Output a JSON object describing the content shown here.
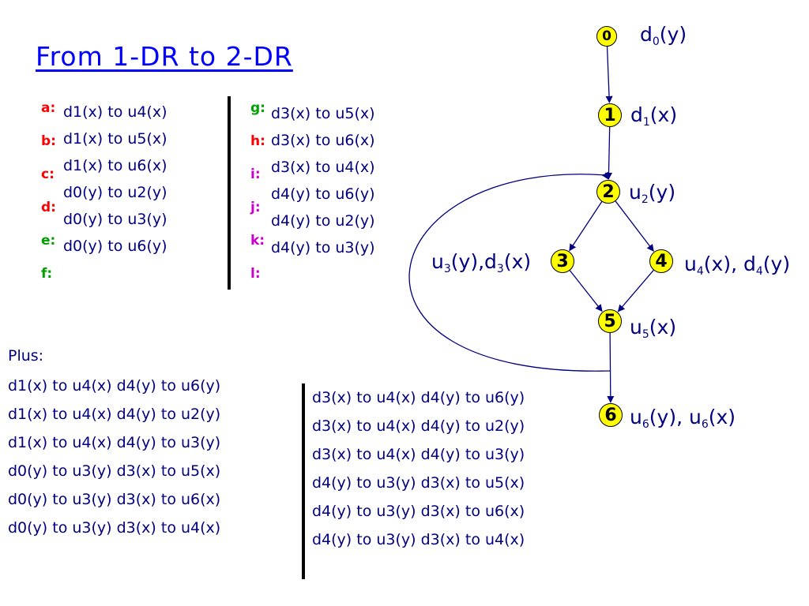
{
  "title": "From 1-DR to 2-DR",
  "left_list": {
    "letters": [
      "a:",
      "b:",
      "c:",
      "d:",
      "e:",
      "f:"
    ],
    "pairs": [
      "d1(x) to u4(x)",
      "d1(x) to u5(x)",
      "d1(x) to u6(x)",
      "d0(y) to u2(y)",
      "d0(y) to u3(y)",
      "d0(y) to u6(y)"
    ]
  },
  "right_list": {
    "letters": [
      "g:",
      "h:",
      "i:",
      "j:",
      "k:",
      "l:"
    ],
    "pairs": [
      "d3(x) to u5(x)",
      "d3(x) to u6(x)",
      "d3(x) to u4(x)",
      "d4(y) to u6(y)",
      "d4(y) to u2(y)",
      "d4(y) to u3(y)"
    ]
  },
  "plus": {
    "heading": "Plus:",
    "left": [
      "d1(x) to u4(x) d4(y) to u6(y)",
      "d1(x) to u4(x) d4(y) to u2(y)",
      "d1(x) to u4(x) d4(y) to u3(y)",
      "d0(y) to u3(y) d3(x) to u5(x)",
      "d0(y) to u3(y) d3(x) to u6(x)",
      "d0(y) to u3(y) d3(x) to u4(x)"
    ],
    "right": [
      "d3(x) to u4(x) d4(y) to u6(y)",
      "d3(x) to u4(x) d4(y) to u2(y)",
      "d3(x) to u4(x) d4(y) to u3(y)",
      "d4(y) to u3(y) d3(x) to u5(x)",
      "d4(y) to u3(y) d3(x) to u6(x)",
      "d4(y) to u3(y) d3(x) to u4(x)"
    ]
  },
  "graph": {
    "nodes": [
      {
        "id": "0",
        "label_parts": [
          [
            "d",
            "0"
          ],
          [
            "(y)",
            ""
          ]
        ]
      },
      {
        "id": "1",
        "label_parts": [
          [
            "d",
            "1"
          ],
          [
            "(x)",
            ""
          ]
        ]
      },
      {
        "id": "2",
        "label_parts": [
          [
            "u",
            "2"
          ],
          [
            "(y)",
            ""
          ]
        ]
      },
      {
        "id": "3",
        "label_parts": [
          [
            "u",
            "3"
          ],
          [
            "(y),d",
            ""
          ],
          [
            "",
            "3"
          ],
          [
            "(x)",
            ""
          ]
        ]
      },
      {
        "id": "4",
        "label_parts": [
          [
            "u",
            "4"
          ],
          [
            "(x), d",
            ""
          ],
          [
            "",
            "4"
          ],
          [
            "(y)",
            ""
          ]
        ]
      },
      {
        "id": "5",
        "label_parts": [
          [
            "u",
            "5"
          ],
          [
            "(x)",
            ""
          ]
        ]
      },
      {
        "id": "6",
        "label_parts": [
          [
            "u",
            "6"
          ],
          [
            "(y), u",
            ""
          ],
          [
            "",
            "6"
          ],
          [
            "(x)",
            ""
          ]
        ]
      }
    ],
    "edges": [
      [
        "0",
        "1"
      ],
      [
        "1",
        "2"
      ],
      [
        "2",
        "3"
      ],
      [
        "2",
        "4"
      ],
      [
        "3",
        "5"
      ],
      [
        "4",
        "5"
      ],
      [
        "5",
        "6"
      ],
      [
        "5",
        "2"
      ]
    ]
  }
}
